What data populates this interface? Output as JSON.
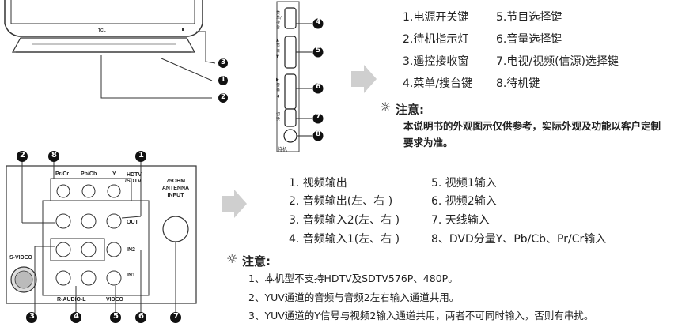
{
  "tv_front": {
    "brand": "TCL",
    "callouts": [
      "3",
      "1",
      "2"
    ]
  },
  "side_panel": {
    "buttons": [
      {
        "num": "4",
        "glyph": "菜单/搜台"
      },
      {
        "num": "5",
        "glyph": "▲ 节目 ▼"
      },
      {
        "num": "6",
        "glyph": "▶ 音量 ◀"
      },
      {
        "num": "7",
        "glyph": "切换"
      },
      {
        "num": "8",
        "glyph": "待机"
      }
    ],
    "standby_label": "待机"
  },
  "legend_top": {
    "items": [
      "1.电源开关键",
      "5.节目选择键",
      "2.待机指示灯",
      "6.音量选择键",
      "3.遥控接收窗",
      "7.电视/视频(信源)选择键",
      "4.菜单/搜台键",
      "8.待机键"
    ]
  },
  "note_top": {
    "title": "注意:",
    "text": "本说明书的外观图示仅供参考，实际外观及功能以客户定制要求为准。"
  },
  "back_panel": {
    "labels": {
      "pr_cr": "Pr/Cr",
      "pb_cb": "Pb/Cb",
      "y": "Y",
      "hdtv": "HDTV",
      "sdtv": "/SDTV",
      "antenna": "75OHM ANTENNA INPUT",
      "out": "OUT",
      "in2": "IN2",
      "in1": "IN1",
      "svideo": "S-VIDEO",
      "audio": "R-AUDIO-L",
      "video": "VIDEO"
    },
    "callouts_top": [
      "2",
      "8",
      "1"
    ],
    "callouts_bottom": [
      "3",
      "4",
      "5",
      "6",
      "7"
    ]
  },
  "legend_bottom": {
    "items": [
      "1. 视频输出",
      "5. 视频1输入",
      "2. 音频输出(左、右 )",
      "6. 视频2输入",
      "3. 音频输入2(左、右 )",
      "7. 天线输入",
      "4. 音频输入1(左、右 )",
      "8、DVD分量Y、Pb/Cb、Pr/Cr输入"
    ]
  },
  "note_bottom": {
    "title": "注意:",
    "lines": [
      "1、本机型不支持HDTV及SDTV576P、480P。",
      "2、YUV通道的音频与音频2左右输入通道共用。",
      "3、YUV通道的Y信号与视频2输入通道共用，两者不可同时输入，否则有串扰。"
    ]
  }
}
